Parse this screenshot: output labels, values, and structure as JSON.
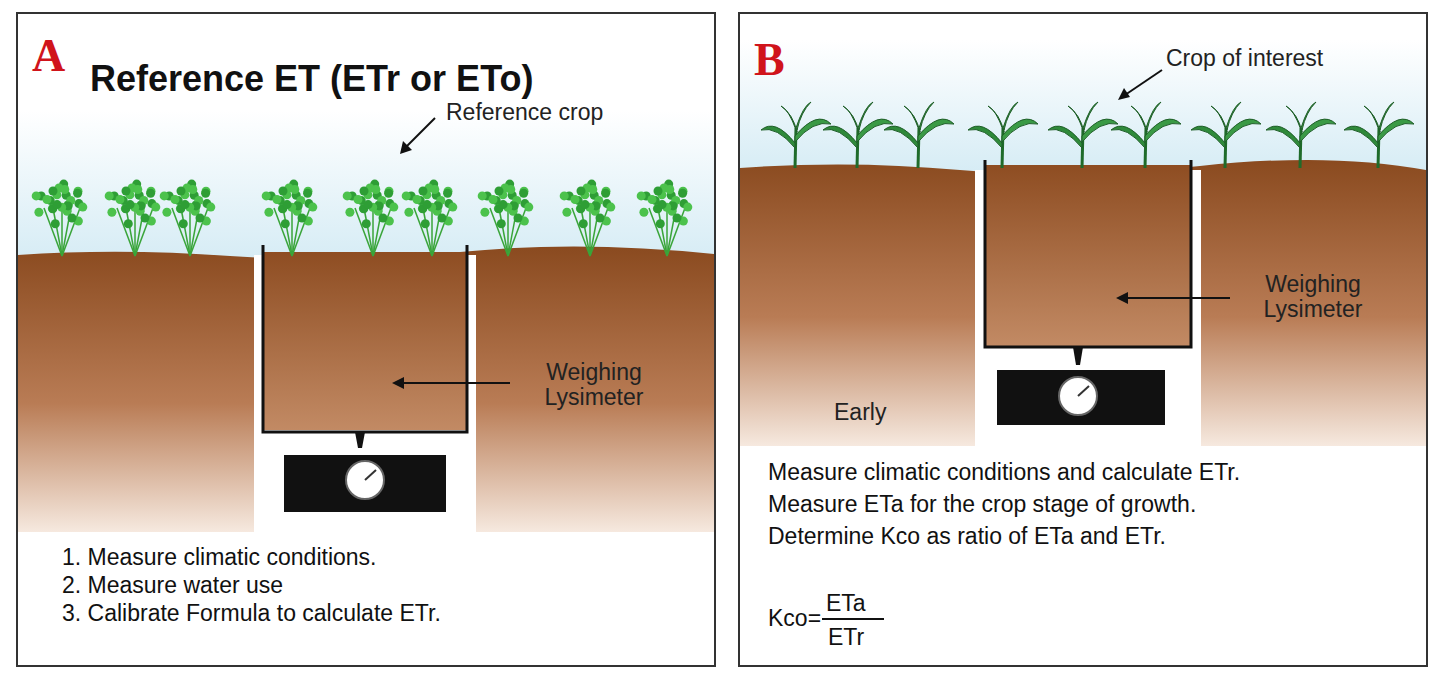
{
  "diagram": {
    "nodes": [
      {
        "text": [
          "A",
          "Reference ET (ETr or ETo)",
          "1. Measure climatic conditions.",
          "2. Measure water use",
          "3. Calibrate Formula to calculate ETr."
        ]
      },
      {
        "text": [
          "B",
          "Measure climatic conditions and calculate ETr.",
          "Measure ETa for the crop stage of growth.",
          "Determine Kco as ratio of ETa and ETr.",
          "Kco=",
          "ETa",
          "ETr"
        ]
      }
    ],
    "labels": [
      "Reference crop",
      "Weighing Lysimeter",
      "Crop of interest",
      "Weighing Lysimeter",
      "Early"
    ]
  }
}
